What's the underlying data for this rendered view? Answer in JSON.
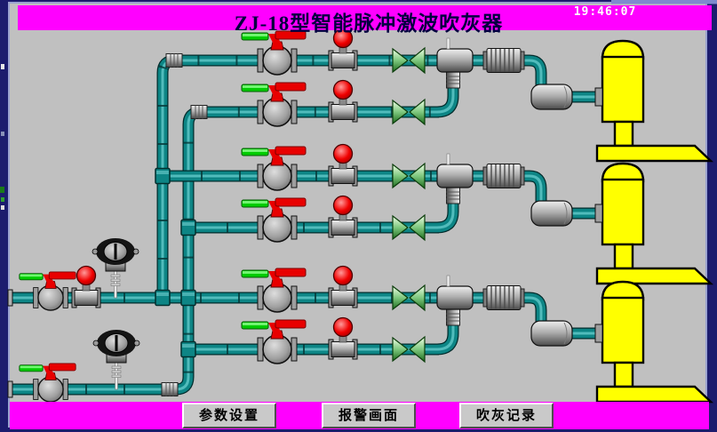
{
  "window": {
    "title": "ZJ-18型智能脉冲激波吹灰器",
    "clock": "19:46:07"
  },
  "nav": {
    "buttons": [
      {
        "label": "参数设置"
      },
      {
        "label": "报警画面"
      },
      {
        "label": "吹灰记录"
      }
    ]
  },
  "colors": {
    "magenta": "#ff00ff",
    "frame-navy": "#1c1c6e",
    "frame-light": "#9aa2d0",
    "panel-gray": "#c0c0c0",
    "pipe-teal": "#0d8585",
    "pipe-dark": "#002b2b",
    "pipe-highlight": "#6fd3d3",
    "tank-yellow": "#ffff00",
    "valve-red": "#e80000",
    "handle-green": "#00cc00",
    "button-gray": "#c9c9c9",
    "title-text": "#000040",
    "clock-text": "#ffffff"
  },
  "diagram": {
    "branch_count": 6,
    "tank_count": 3,
    "inlet_count": 2,
    "components": [
      "ball-valve",
      "pulse-solenoid-valve",
      "gate-valve",
      "pulse-chamber",
      "threaded-coupling",
      "muffler",
      "soot-blower-tank",
      "motor-actuator",
      "supply-header"
    ]
  }
}
